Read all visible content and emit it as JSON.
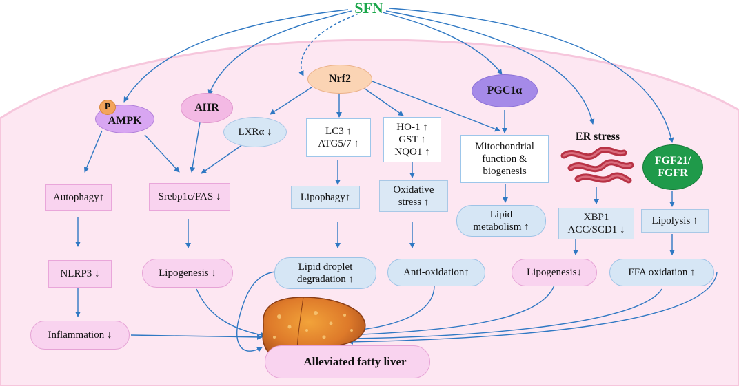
{
  "sfn": "SFN",
  "phospho": "P",
  "ampk": "AMPK",
  "ahr": "AHR",
  "nrf2": "Nrf2",
  "pgc1a": "PGC1α",
  "er_stress": "ER stress",
  "fgf21": "FGF21/\nFGFR",
  "lxra": "LXRα ↓",
  "lc3_atg": "LC3 ↑\nATG5/7 ↑",
  "ho1_gst_nqo1": "HO-1 ↑\nGST ↑\nNQO1 ↑",
  "mito": "Mitochondrial\nfunction &\nbiogenesis",
  "autophagy": "Autophagy↑",
  "srebp": "Srebp1c/FAS ↓",
  "lipophagy": "Lipophagy↑",
  "oxidative_stress": "Oxidative\nstress ↑",
  "lipid_metabolism": "Lipid\nmetabolism ↑",
  "xbp1": "XBP1\nACC/SCD1 ↓",
  "lipolysis": "Lipolysis ↑",
  "nlrp3": "NLRP3 ↓",
  "lipogenesis_left": "Lipogenesis ↓",
  "lipid_droplet": "Lipid droplet\ndegradation ↑",
  "antioxidation": "Anti-oxidation↑",
  "lipogenesis_right": "Lipogenesis↓",
  "ffa": "FFA oxidation ↑",
  "inflammation": "Inflammation ↓",
  "result": "Alleviated fatty liver",
  "colors": {
    "sfn_green": "#1aa64a",
    "arrow_blue": "#2f78c3",
    "cell_bg": "#fde7f2",
    "nrf2_fill": "#fbd4b4",
    "pgc_fill": "#a58ae8",
    "fgf_fill": "#1f9a4a",
    "er_red": "#b83245"
  }
}
